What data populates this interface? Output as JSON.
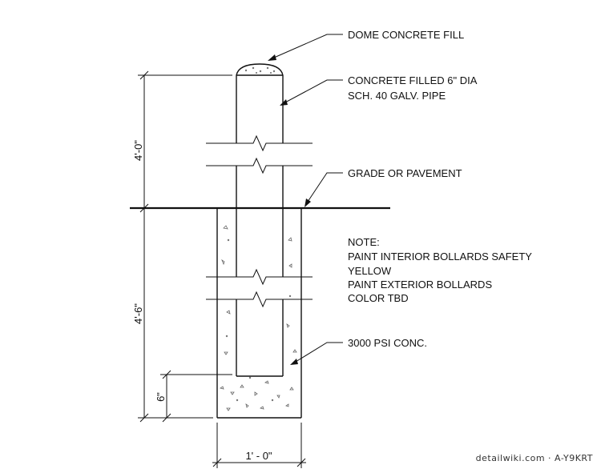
{
  "callouts": {
    "dome": "DOME CONCRETE FILL",
    "pipe_line1": "CONCRETE FILLED 6\" DIA",
    "pipe_line2": "SCH. 40 GALV. PIPE",
    "grade": "GRADE OR PAVEMENT",
    "concrete": "3000 PSI CONC."
  },
  "note": {
    "heading": "NOTE:",
    "lines": [
      "PAINT INTERIOR BOLLARDS SAFETY",
      "YELLOW",
      "PAINT EXTERIOR BOLLARDS",
      "COLOR TBD"
    ]
  },
  "dimensions": {
    "above_grade": "4'-0\"",
    "below_grade": "4'-6\"",
    "bottom_fill": "6\"",
    "footing_width": "1' - 0\""
  },
  "watermark": "detailwiki.com · A-Y9KRT"
}
